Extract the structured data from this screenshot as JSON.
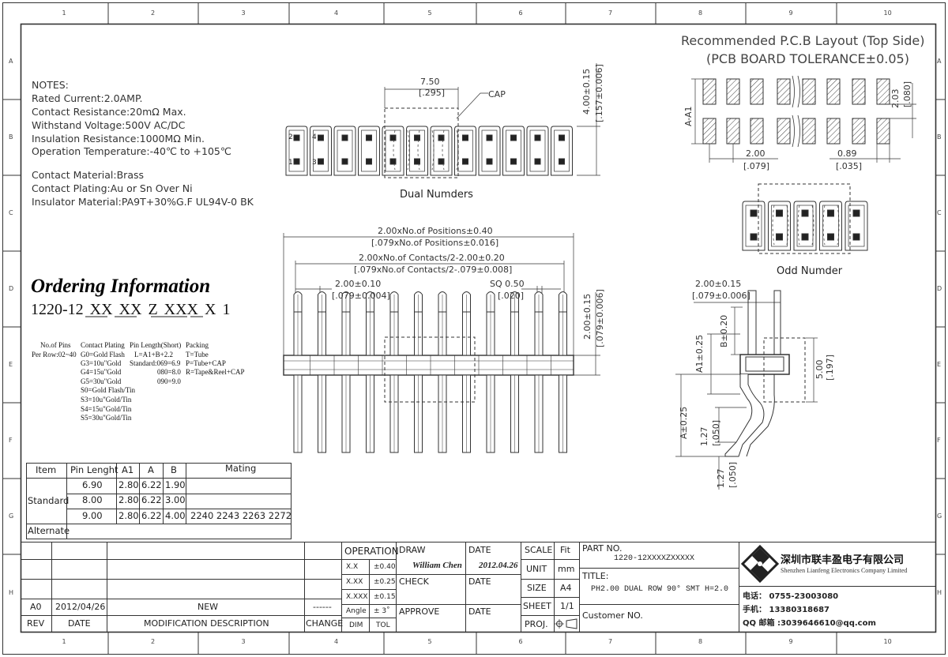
{
  "grid": {
    "columns": [
      "1",
      "2",
      "3",
      "4",
      "5",
      "6",
      "7",
      "8",
      "9",
      "10"
    ],
    "rows": [
      "A",
      "B",
      "C",
      "D",
      "E",
      "F",
      "G",
      "H"
    ]
  },
  "notes": {
    "title": "NOTES:",
    "lines": [
      "Rated Current:2.0AMP.",
      "Contact Resistance:20mΩ Max.",
      "Withstand Voltage:500V AC/DC",
      "Insulation Resistance:1000MΩ Min.",
      "Operation Temperature:-40℃ to +105℃",
      "",
      "Contact Material:Brass",
      "Contact Plating:Au or Sn Over Ni",
      "Insulator Material:PA9T+30%G.F UL94V-0 BK"
    ]
  },
  "ordering": {
    "title": "Ordering Information",
    "code_prefix": "1220-12",
    "code_parts": [
      "XX",
      "XX",
      "Z",
      "XXX",
      "X",
      "1"
    ],
    "groups": [
      {
        "lines": [
          "No.of Pins",
          "Per Row:02~40"
        ]
      },
      {
        "lines": [
          "Contact Plating",
          "G0=Gold Flash",
          "G3=10u\"Gold",
          "G4=15u\"Gold",
          "G5=30u\"Gold",
          "S0=Gold Flash/Tin",
          "S3=10u\"Gold/Tin",
          "S4=15u\"Gold/Tin",
          "S5=30u\"Gold/Tin"
        ]
      },
      {
        "lines": [
          "Pin Length(Short)",
          "L=A1+B+2.2",
          "Standard:069=6.9",
          "080=8.0",
          "090=9.0"
        ]
      },
      {
        "lines": [
          "Packing",
          "T=Tube",
          "P=Tube+CAP",
          "R=Tape&Reel+CAP"
        ]
      }
    ]
  },
  "spec_table": {
    "headers": [
      "Item",
      "Pin Lenght",
      "A1",
      "A",
      "B",
      "Mating"
    ],
    "standard_label": "Standard",
    "alternate_label": "Alternate",
    "rows": [
      [
        "6.90",
        "2.80",
        "6.22",
        "1.90",
        ""
      ],
      [
        "8.00",
        "2.80",
        "6.22",
        "3.00",
        ""
      ],
      [
        "9.00",
        "2.80",
        "6.22",
        "4.00",
        "2240  2243  2263  2272"
      ]
    ]
  },
  "views": {
    "dual_label": "Dual Numders",
    "odd_label": "Odd Numder",
    "pcb_title_1": "Recommended P.C.B Layout (Top Side)",
    "pcb_title_2": "(PCB BOARD TOLERANCE±0.05)",
    "cap_label": "CAP",
    "pin_numbers": [
      "2",
      "4",
      "1",
      "3"
    ]
  },
  "dims": {
    "top_w": "7.50",
    "top_w_in": "[.295]",
    "top_h": "4.00±0.15",
    "top_h_in": "[.157±0.006]",
    "pos": "2.00xNo.of Positions±0.40",
    "pos_in": "[.079xNo.of Positions±0.016]",
    "cont": "2.00xNo.of Contacts/2-2.00±0.20",
    "cont_in": "[.079xNo.of Contacts/2-.079±0.008]",
    "pitch": "2.00±0.10",
    "pitch_in": "[.079±0.004]",
    "sq": "SQ 0.50",
    "sq_in": "[.020]",
    "front_h": "2.00±0.15",
    "front_h_in": "[.079±0.006]",
    "side_w": "2.00±0.15",
    "side_w_in": "[.079±0.006]",
    "b": "B±0.20",
    "a1": "A1±0.25",
    "a": "A±0.25",
    "h500": "5.00",
    "h500_in": "[.197]",
    "h127": "1.27",
    "h127_in": "[.050]",
    "h127b": "1.27",
    "h127b_in": "[.050]",
    "pcb_aa1": "A-A1",
    "pcb_203": "2.03",
    "pcb_203_in": "[.080]",
    "pcb_200": "2.00",
    "pcb_200_in": "[.079]",
    "pcb_089": "0.89",
    "pcb_089_in": "[.035]"
  },
  "title_block": {
    "operation": "OPERATION",
    "draw": "DRAW",
    "date": "DATE",
    "scale": "SCALE",
    "fit": "Fit",
    "drawer": "William Chen",
    "draw_date": "2012.04.26",
    "tol_x": "X.X",
    "tol_x_v": "±0.40",
    "tol_xx": "X.XX",
    "tol_xx_v": "±0.25",
    "tol_xxx": "X.XXX",
    "tol_xxx_v": "±0.15",
    "angle": "Angle",
    "angle_v": "± 3˚",
    "dim": "DIM",
    "tol": "TOL",
    "check": "CHECK",
    "approve": "APPROVE",
    "date2": "DATE",
    "date3": "DATE",
    "unit": "UNIT",
    "unit_v": "mm",
    "size": "SIZE",
    "size_v": "A4",
    "sheet": "SHEET",
    "sheet_v": "1/1",
    "proj": "PROJ.",
    "part_no_label": "PART NO.",
    "part_no": "1220-12XXXXZXXXXX",
    "title_label": "TITLE:",
    "title": "PH2.00 DUAL ROW 90° SMT H=2.0",
    "customer_label": "Customer NO.",
    "company_cn": "深圳市联丰盈电子有限公司",
    "company_en": "Shenzhen Lianfeng Electronics Company Limited",
    "phone": "电话： 0755-23003080",
    "mobile": "手机： 13380318687",
    "qq": "QQ 邮箱 :3039646610@qq.com",
    "rev": "REV",
    "rev_date": "DATE",
    "mod": "MODIFICATION  DESCRIPTION",
    "change": "CHANGE",
    "rev_v": "A0",
    "rev_date_v": "2012/04/26",
    "mod_v": "NEW",
    "change_v": "------"
  }
}
